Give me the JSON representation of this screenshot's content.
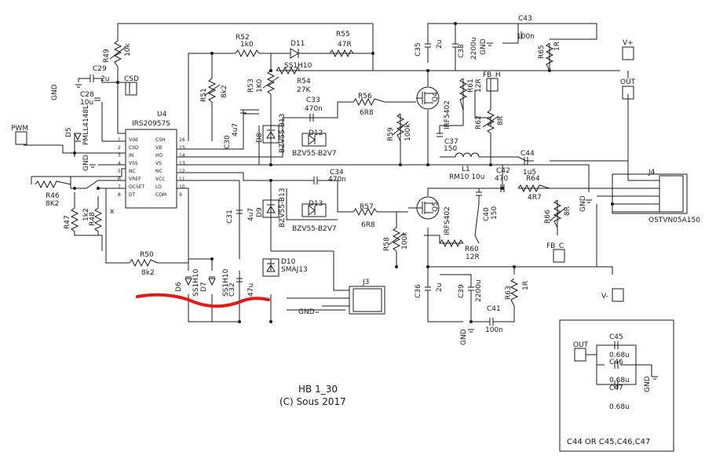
{
  "title": "HB 1_30",
  "copyright": "(C) Sous 2017",
  "ic": {
    "ref": "U4",
    "part": "IRS20957S",
    "pins_left": [
      "Vdd",
      "CSD",
      "IN",
      "VSS",
      "NC",
      "VREF",
      "OCSET",
      "DT"
    ],
    "pins_right": [
      "CSH",
      "VB",
      "HO",
      "VS",
      "NC",
      "VCC",
      "LO",
      "COM"
    ],
    "pin_nums_left": [
      "1",
      "2",
      "3",
      "4",
      "5",
      "6",
      "7",
      "8"
    ],
    "pin_nums_right": [
      "16",
      "15",
      "14",
      "13",
      "12",
      "11",
      "10",
      "9"
    ]
  },
  "ports": {
    "pwm": "PWM",
    "csd": "CSD",
    "vplus": "V+",
    "out": "OUT",
    "fb_h": "FB_H",
    "fb_c": "FB_C",
    "vminus": "V-",
    "gnd": "GND",
    "out2": "OUT"
  },
  "parts": {
    "r49": [
      "R49",
      "10k"
    ],
    "c29": [
      "C29",
      "2u"
    ],
    "c28": [
      "C28",
      "10u"
    ],
    "d5": [
      "D5",
      "PMLL4148L"
    ],
    "r52": [
      "R52",
      "1k0"
    ],
    "d11": [
      "D11",
      "SS1H10"
    ],
    "r55": [
      "R55",
      "47R"
    ],
    "r54": [
      "R54",
      "27K"
    ],
    "r51": [
      "R51",
      "8k2"
    ],
    "r53": [
      "R53",
      "1K0"
    ],
    "c30": [
      "C30",
      "4u7"
    ],
    "d8": [
      "D8",
      "BZV55-B13"
    ],
    "c33": [
      "C33",
      "470n"
    ],
    "d12": [
      "D12",
      "BZV55-B2V7"
    ],
    "r56": [
      "R56",
      "6R8"
    ],
    "r59": [
      "R59",
      "100k"
    ],
    "q4": [
      "Q4",
      "IRF5402"
    ],
    "c35": [
      "C35",
      "2u"
    ],
    "c38": [
      "C38",
      "2200u"
    ],
    "c43": [
      "C43",
      "100n"
    ],
    "r65": [
      "R65",
      "1R"
    ],
    "r61": [
      "R61",
      "12R"
    ],
    "r62": [
      "R62",
      "8R"
    ],
    "c37": [
      "C37",
      "150"
    ],
    "l1": [
      "L1",
      "RM10 10u"
    ],
    "c44": [
      "C44",
      "1u5"
    ],
    "c42": [
      "C42",
      "470"
    ],
    "r64": [
      "R64",
      "4R7"
    ],
    "r66": [
      "R66",
      "8R"
    ],
    "j4": [
      "J4",
      "OSTVN05A150"
    ],
    "c34": [
      "C34",
      "470n"
    ],
    "d9": [
      "D9",
      "BZV55-B13"
    ],
    "d13": [
      "D13",
      "BZV55-B2V7"
    ],
    "r57": [
      "R57",
      "6R8"
    ],
    "r58": [
      "R58",
      "100k"
    ],
    "q5": [
      "Q5",
      "IRFS402"
    ],
    "c40": [
      "C40",
      "150"
    ],
    "r60": [
      "R60",
      "12R"
    ],
    "r46": [
      "R46",
      "8K2"
    ],
    "r47": [
      "R47",
      "1k2"
    ],
    "r48": [
      "R48",
      "x"
    ],
    "c31": [
      "C31",
      "4u7"
    ],
    "r50": [
      "R50",
      "8k2"
    ],
    "d10": [
      "D10",
      "SMAJ13"
    ],
    "d6": [
      "D6",
      "SS1H10"
    ],
    "d7": [
      "D7",
      "SS1H10"
    ],
    "c32": [
      "C32",
      "47u"
    ],
    "j3": [
      "J3",
      ""
    ],
    "c36": [
      "C36",
      "2u"
    ],
    "c39": [
      "C39",
      "2200u"
    ],
    "c41": [
      "C41",
      "100n"
    ],
    "r63": [
      "R63",
      "1R"
    ],
    "c45": [
      "C45",
      "0.68u"
    ],
    "c46": [
      "C46",
      "0.68u"
    ],
    "c47": [
      "C47",
      "0.68u"
    ]
  },
  "inset_note": "C44 OR C45,C46,C47",
  "colors": {
    "ink": "#1a1a1a",
    "highlight": "#e01919"
  }
}
